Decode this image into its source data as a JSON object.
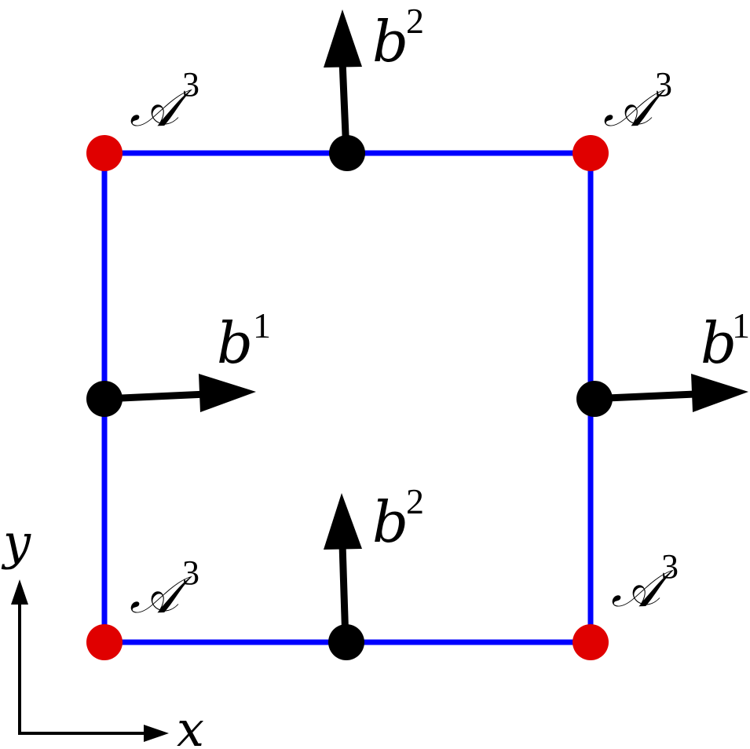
{
  "diagram": {
    "colors": {
      "edge": "#0000ff",
      "corner_node": "#e00000",
      "midpoint_node": "#000000",
      "arrow": "#000000",
      "text": "#000000"
    },
    "labels": {
      "corner_top_left": {
        "base": "𝒜",
        "sup": "3"
      },
      "corner_top_right": {
        "base": "𝒜",
        "sup": "3"
      },
      "corner_bottom_left": {
        "base": "𝒜",
        "sup": "3"
      },
      "corner_bottom_right": {
        "base": "𝒜",
        "sup": "3"
      },
      "arrow_top": {
        "base": "b",
        "sup": "2"
      },
      "arrow_bottom": {
        "base": "b",
        "sup": "2"
      },
      "arrow_left": {
        "base": "b",
        "sup": "1"
      },
      "arrow_right": {
        "base": "b",
        "sup": "1"
      }
    },
    "axes": {
      "x_label": "x",
      "y_label": "y"
    }
  }
}
